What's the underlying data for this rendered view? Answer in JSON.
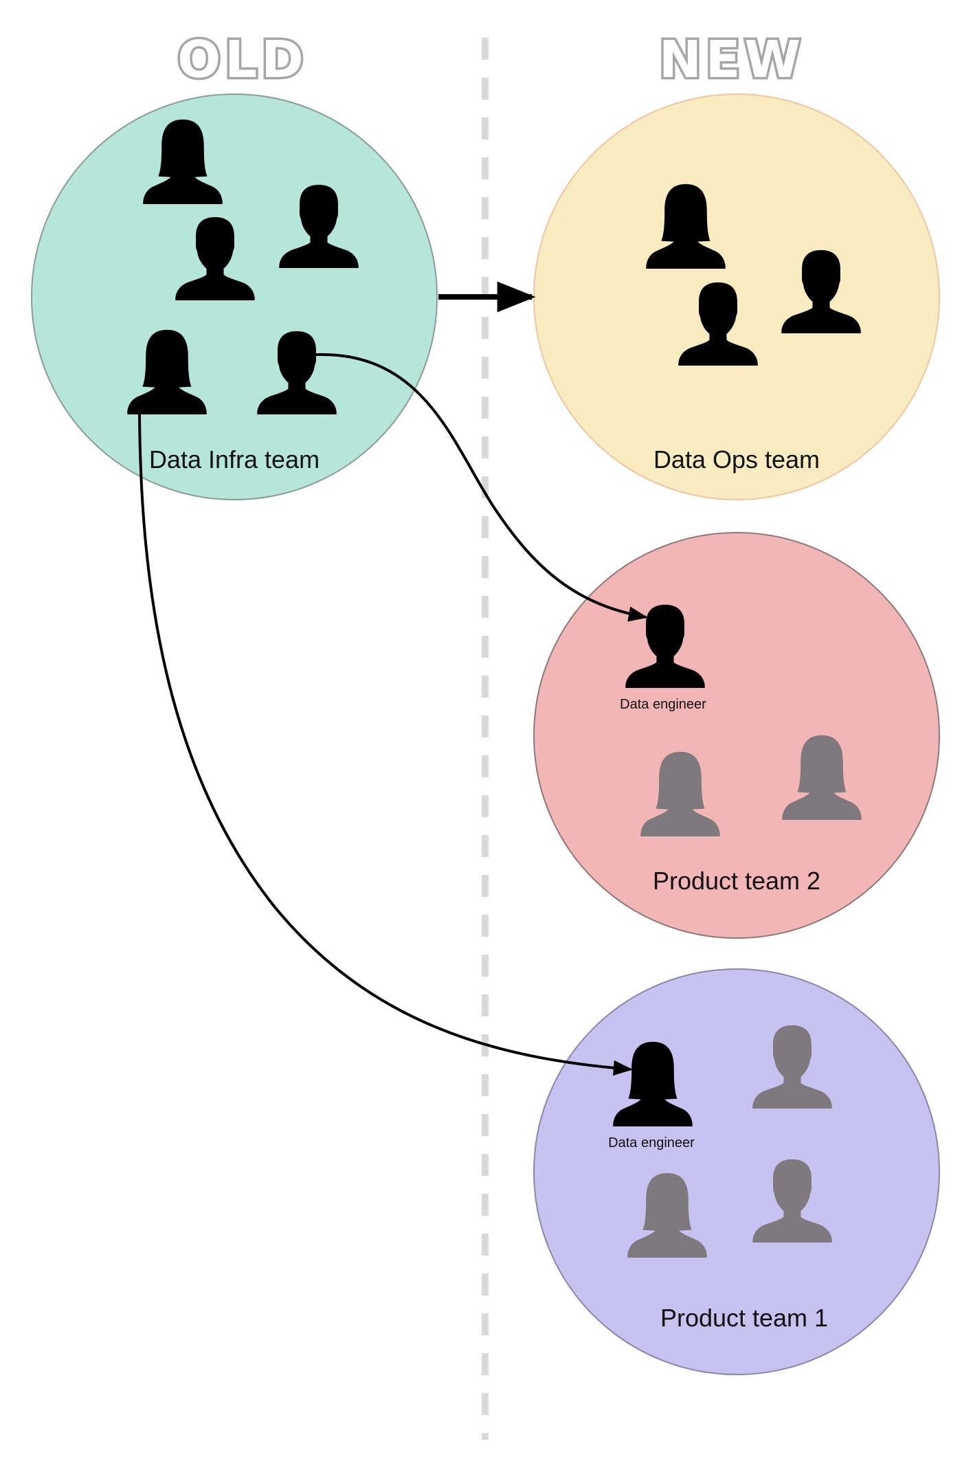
{
  "headings": {
    "old": "OLD",
    "new": "NEW"
  },
  "teams": {
    "data_infra": {
      "label": "Data Infra team",
      "fill": "#b5e6d9",
      "stroke": "#8a9c96"
    },
    "data_ops": {
      "label": "Data Ops team",
      "fill": "#f9ecc1",
      "stroke": "#f2c4a1"
    },
    "product_2": {
      "label": "Product team 2",
      "fill": "#f2b6b6",
      "stroke": "#8c7a7a"
    },
    "product_1": {
      "label": "Product team 1",
      "fill": "#c7c2ef",
      "stroke": "#8a86a8"
    }
  },
  "roles": {
    "product_2_engineer": "Data engineer",
    "product_1_engineer": "Data engineer"
  },
  "colors": {
    "person_moved": "#000000",
    "person_existing": "#7d797c",
    "divider": "#d9d9d9",
    "arrow": "#000000"
  },
  "icons": {
    "person_male": "male-person-icon",
    "person_female": "female-person-icon"
  }
}
